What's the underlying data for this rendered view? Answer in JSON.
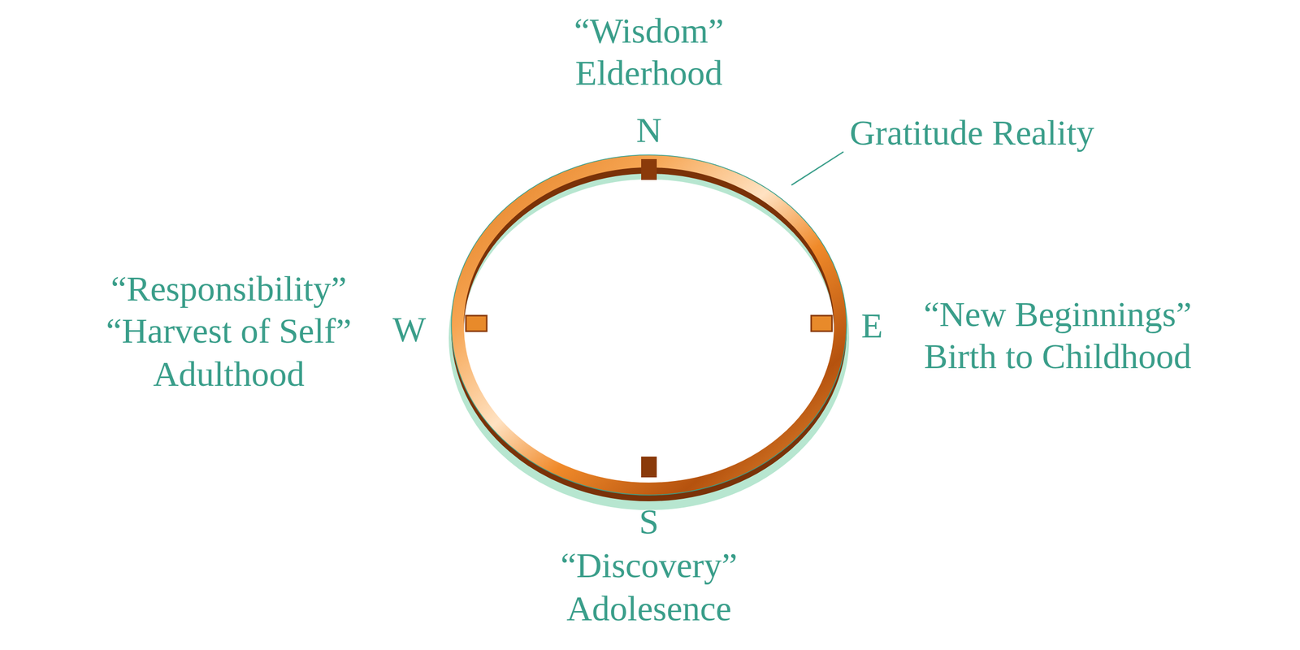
{
  "diagram": {
    "labels": [
      "“Wisdom”",
      "Elderhood",
      "N",
      "Gratitude Reality",
      "“Responsibility”",
      "“Harvest of Self”",
      "Adulthood",
      "W",
      "“New Beginnings”",
      "Birth to Childhood",
      "E",
      "S",
      "“Discovery”",
      "Adolesence"
    ]
  }
}
